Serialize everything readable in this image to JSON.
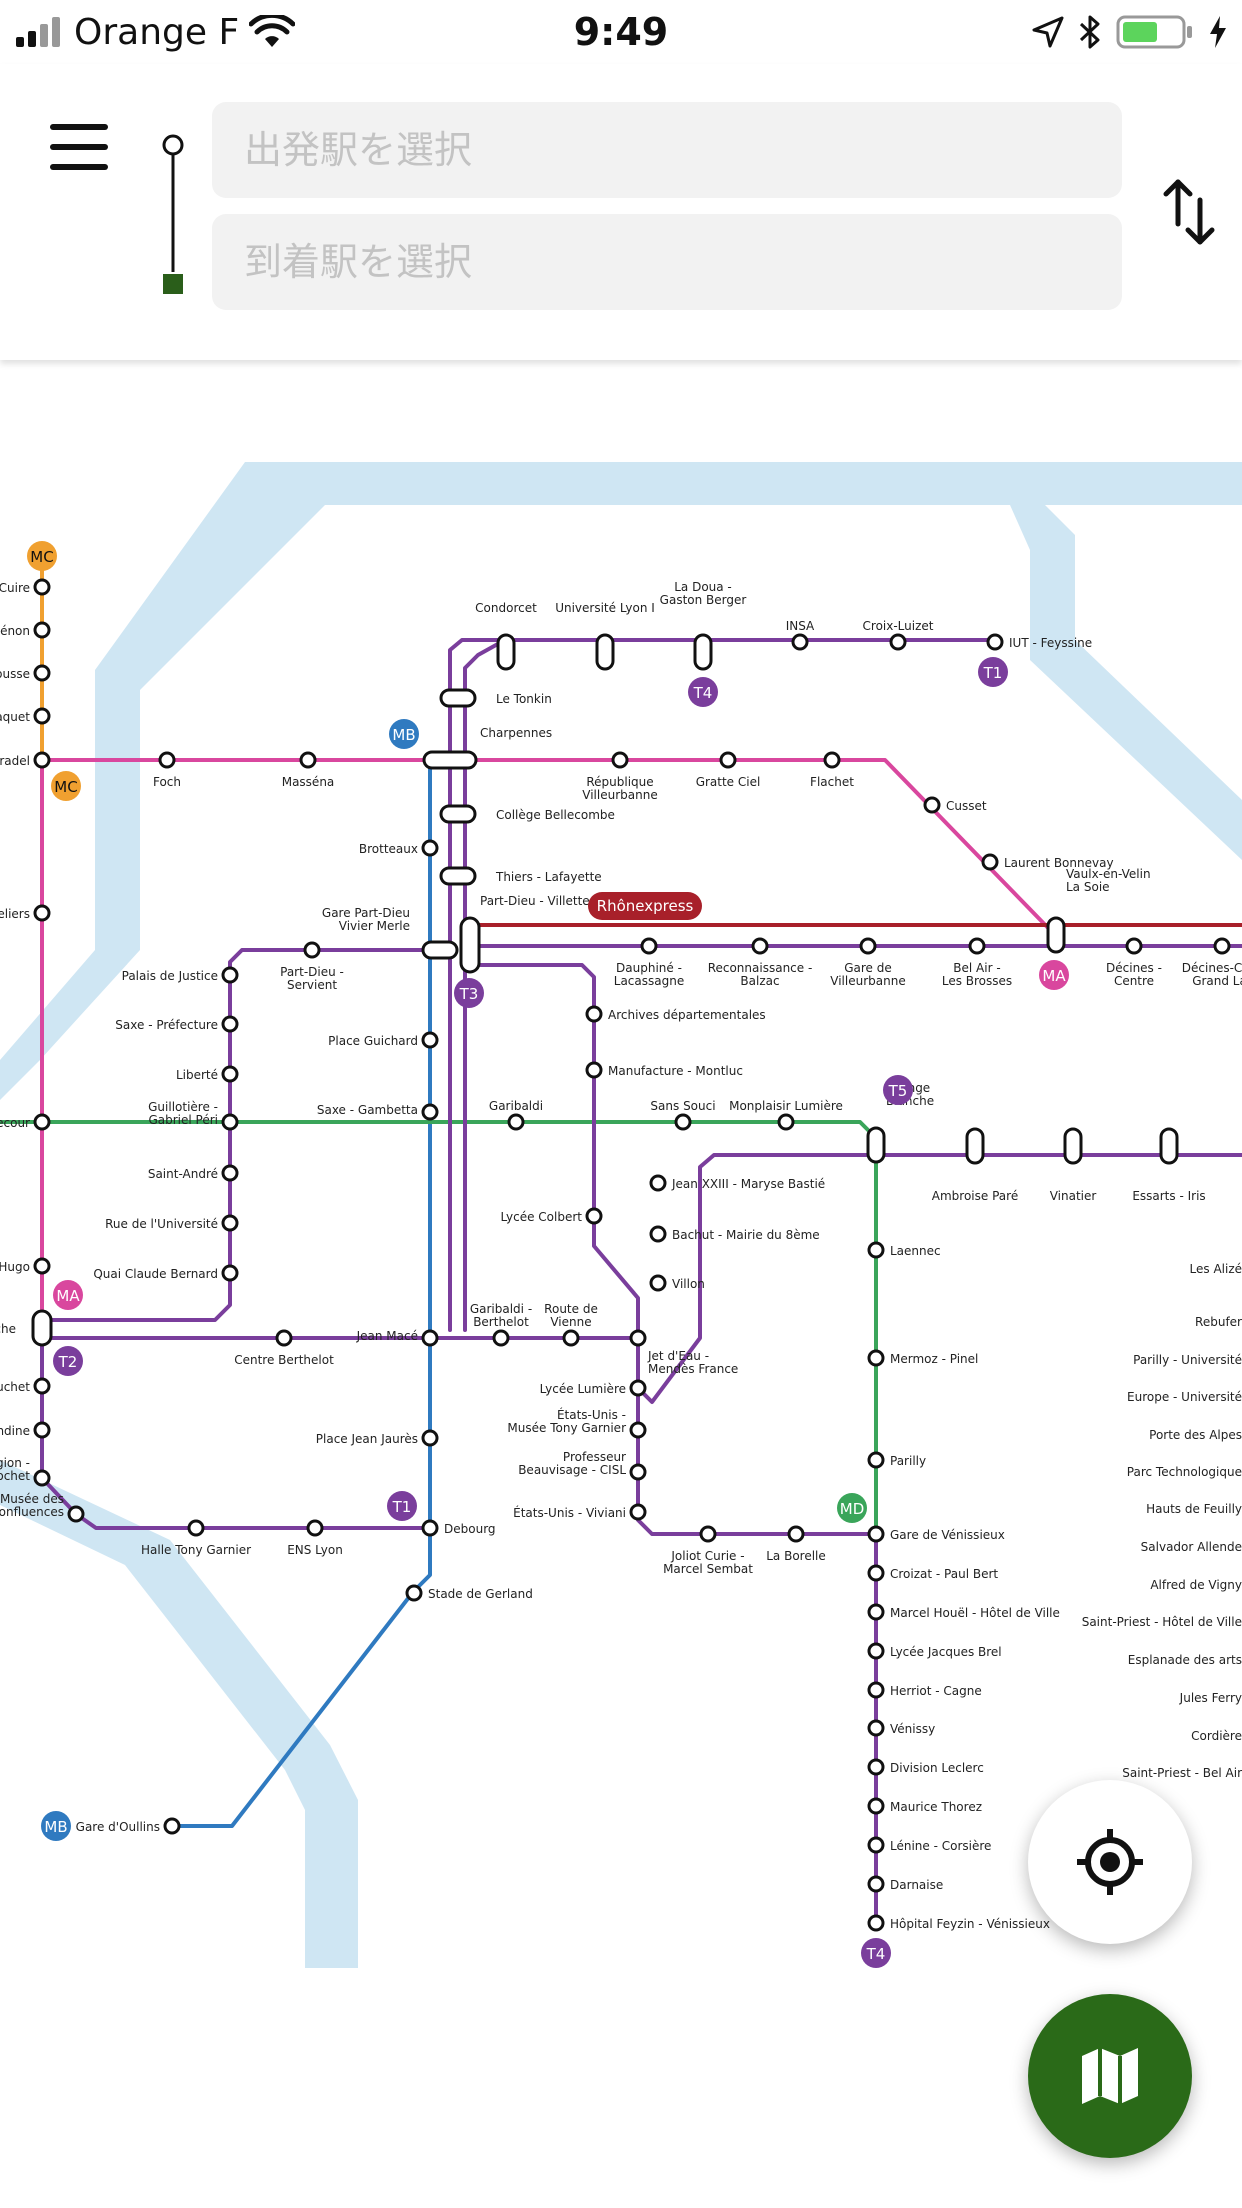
{
  "status_bar": {
    "carrier": "Orange F",
    "time": "9:49",
    "battery_level": 0.6
  },
  "search": {
    "from_placeholder": "出発駅を選択",
    "to_placeholder": "到着駅を選択",
    "icons": {
      "menu": "hamburger-icon",
      "origin": "origin-circle-icon",
      "destination": "destination-square-icon",
      "swap": "swap-vertical-arrows-icon"
    }
  },
  "colors": {
    "MA": "#d9479e",
    "MB": "#2f7ac0",
    "MC": "#f0a030",
    "MD": "#3aa55a",
    "tram": "#7a3e9c",
    "rhonexpress": "#a8202a",
    "river": "#cfe6f3",
    "fab_map": "#2a6a18"
  },
  "map": {
    "line_badges": [
      {
        "id": "MC",
        "label": "MC",
        "color": "#f0a030"
      },
      {
        "id": "MC2",
        "label": "MC",
        "color": "#f0a030"
      },
      {
        "id": "MB",
        "label": "MB",
        "color": "#2f7ac0"
      },
      {
        "id": "T4",
        "label": "T4",
        "color": "#7a3e9c"
      },
      {
        "id": "T1",
        "label": "T1",
        "color": "#7a3e9c"
      },
      {
        "id": "T3",
        "label": "T3",
        "color": "#7a3e9c"
      },
      {
        "id": "MA",
        "label": "MA",
        "color": "#d9479e"
      },
      {
        "id": "T5",
        "label": "T5",
        "color": "#7a3e9c"
      },
      {
        "id": "MA2",
        "label": "MA",
        "color": "#d9479e"
      },
      {
        "id": "T2",
        "label": "T2",
        "color": "#7a3e9c"
      },
      {
        "id": "T1b",
        "label": "T1",
        "color": "#7a3e9c"
      },
      {
        "id": "MD",
        "label": "MD",
        "color": "#3aa55a"
      },
      {
        "id": "MB2",
        "label": "MB",
        "color": "#2f7ac0"
      },
      {
        "id": "T4b",
        "label": "T4",
        "color": "#7a3e9c"
      }
    ],
    "rhonexpress_label": "Rhônexpress",
    "stations": [
      {
        "id": "cuire",
        "name": "Cuire"
      },
      {
        "id": "henon",
        "name": "énon"
      },
      {
        "id": "croixrousse",
        "name": "ousse"
      },
      {
        "id": "croixpaquet",
        "name": "aquet"
      },
      {
        "id": "hoteldeville",
        "name": "radel"
      },
      {
        "id": "foch",
        "name": "Foch"
      },
      {
        "id": "massena",
        "name": "Masséna"
      },
      {
        "id": "charpennes",
        "name": "Charpennes"
      },
      {
        "id": "republique",
        "name": "République\nVilleurbanne"
      },
      {
        "id": "gratteciel",
        "name": "Gratte Ciel"
      },
      {
        "id": "flachet",
        "name": "Flachet"
      },
      {
        "id": "cusset",
        "name": "Cusset"
      },
      {
        "id": "laurentbonnevay",
        "name": "Laurent Bonnevay"
      },
      {
        "id": "vaulxenvelin",
        "name": "Vaulx-en-Velin\nLa Soie"
      },
      {
        "id": "condorcet",
        "name": "Condorcet"
      },
      {
        "id": "universite",
        "name": "Université Lyon I"
      },
      {
        "id": "ladoua",
        "name": "La Doua -\nGaston Berger"
      },
      {
        "id": "insa",
        "name": "INSA"
      },
      {
        "id": "croixluizet",
        "name": "Croix-Luizet"
      },
      {
        "id": "iutfeyssine",
        "name": "IUT - Feyssine"
      },
      {
        "id": "letonkin",
        "name": "Le Tonkin"
      },
      {
        "id": "collegebellecombe",
        "name": "Collège Bellecombe"
      },
      {
        "id": "brotteaux",
        "name": "Brotteaux"
      },
      {
        "id": "thiers",
        "name": "Thiers - Lafayette"
      },
      {
        "id": "partdieuvillette",
        "name": "Part-Dieu - Villette"
      },
      {
        "id": "gpdvm",
        "name": "Gare Part-Dieu\nVivier Merle"
      },
      {
        "id": "partdieuservient",
        "name": "Part-Dieu -\nServient"
      },
      {
        "id": "palaisjustice",
        "name": "Palais de Justice"
      },
      {
        "id": "saxeprefecture",
        "name": "Saxe - Préfecture"
      },
      {
        "id": "liberte",
        "name": "Liberté"
      },
      {
        "id": "guillotiere",
        "name": "Guillotière -\nGabriel Péri"
      },
      {
        "id": "saintandre",
        "name": "Saint-André"
      },
      {
        "id": "rueuniversite",
        "name": "Rue de l'Université"
      },
      {
        "id": "quaiclaudebernard",
        "name": "Quai Claude Bernard"
      },
      {
        "id": "placeguichard",
        "name": "Place Guichard"
      },
      {
        "id": "saxegambetta",
        "name": "Saxe - Gambetta"
      },
      {
        "id": "garibaldi",
        "name": "Garibaldi"
      },
      {
        "id": "sanssouci",
        "name": "Sans Souci"
      },
      {
        "id": "monplaisir",
        "name": "Monplaisir Lumière"
      },
      {
        "id": "grangeblanche",
        "name": "Grange\nBlanche"
      },
      {
        "id": "ambroisepare",
        "name": "Ambroise Paré"
      },
      {
        "id": "vinatier",
        "name": "Vinatier"
      },
      {
        "id": "essartsiris",
        "name": "Essarts - Iris"
      },
      {
        "id": "dauphine",
        "name": "Dauphiné -\nLacassagne"
      },
      {
        "id": "reconnaissance",
        "name": "Reconnaissance -\nBalzac"
      },
      {
        "id": "garevilleurbanne",
        "name": "Gare de\nVilleurbanne"
      },
      {
        "id": "belair",
        "name": "Bel Air -\nLes Brosses"
      },
      {
        "id": "decinescentre",
        "name": "Décines -\nCentre"
      },
      {
        "id": "decinesgrandlarge",
        "name": "Décines-Char\nGrand Lar"
      },
      {
        "id": "archives",
        "name": "Archives départementales"
      },
      {
        "id": "manufacture",
        "name": "Manufacture - Montluc"
      },
      {
        "id": "lyceecolbert",
        "name": "Lycée Colbert"
      },
      {
        "id": "jeanxxiii",
        "name": "Jean XXIII - Maryse Bastié"
      },
      {
        "id": "bachut",
        "name": "Bachut - Mairie du 8ème"
      },
      {
        "id": "villon",
        "name": "Villon"
      },
      {
        "id": "jetdeau",
        "name": "Jet d'Eau -\nMendès France"
      },
      {
        "id": "lyceelumiere",
        "name": "Lycée Lumière"
      },
      {
        "id": "etatsunistony",
        "name": "États-Unis -\nMusée Tony Garnier"
      },
      {
        "id": "professeurbeauvisage",
        "name": "Professeur\nBeauvisage - CISL"
      },
      {
        "id": "etatsunisviviani",
        "name": "États-Unis - Viviani"
      },
      {
        "id": "joliotcurie",
        "name": "Joliot Curie -\nMarcel Sembat"
      },
      {
        "id": "laborelle",
        "name": "La Borelle"
      },
      {
        "id": "laennec",
        "name": "Laennec"
      },
      {
        "id": "mermozpinel",
        "name": "Mermoz - Pinel"
      },
      {
        "id": "parilly",
        "name": "Parilly"
      },
      {
        "id": "garevenissieux",
        "name": "Gare de Vénissieux"
      },
      {
        "id": "croizat",
        "name": "Croizat - Paul Bert"
      },
      {
        "id": "marcelhouel",
        "name": "Marcel Houël - Hôtel de Ville"
      },
      {
        "id": "lyceejacquesbrel",
        "name": "Lycée Jacques Brel"
      },
      {
        "id": "herriotcagne",
        "name": "Herriot - Cagne"
      },
      {
        "id": "venissy",
        "name": "Vénissy"
      },
      {
        "id": "divisionleclerc",
        "name": "Division Leclerc"
      },
      {
        "id": "mauricethorez",
        "name": "Maurice Thorez"
      },
      {
        "id": "leninecorsiere",
        "name": "Lénine - Corsière"
      },
      {
        "id": "darnaise",
        "name": "Darnaise"
      },
      {
        "id": "hopitalfeyzin",
        "name": "Hôpital Feyzin - Vénissieux"
      },
      {
        "id": "lesalizes",
        "name": "Les Alizé"
      },
      {
        "id": "rebufer",
        "name": "Rebufer"
      },
      {
        "id": "parillyuniv",
        "name": "Parilly - Université"
      },
      {
        "id": "europeuniv",
        "name": "Europe - Université"
      },
      {
        "id": "portedesalpes",
        "name": "Porte des Alpes"
      },
      {
        "id": "parctechno",
        "name": "Parc Technologique"
      },
      {
        "id": "hautsfeuilly",
        "name": "Hauts de Feuilly"
      },
      {
        "id": "salvadorallende",
        "name": "Salvador Allende"
      },
      {
        "id": "alfreddevigny",
        "name": "Alfred de Vigny"
      },
      {
        "id": "saintpriesthdv",
        "name": "Saint-Priest - Hôtel de Ville"
      },
      {
        "id": "esplanadearts",
        "name": "Esplanade des arts"
      },
      {
        "id": "julesferry",
        "name": "Jules Ferry"
      },
      {
        "id": "cordiere",
        "name": "Cordière"
      },
      {
        "id": "saintpriestbelair",
        "name": "Saint-Priest - Bel Air"
      },
      {
        "id": "cordeliers",
        "name": "eliers"
      },
      {
        "id": "bellecour",
        "name": "lecour"
      },
      {
        "id": "victorhugo",
        "name": "Hugo"
      },
      {
        "id": "perrache",
        "name": "rache"
      },
      {
        "id": "centreberthelot",
        "name": "Centre Berthelot"
      },
      {
        "id": "jeanmace",
        "name": "Jean Macé"
      },
      {
        "id": "garibaldiberthelot",
        "name": "Garibaldi -\nBerthelot"
      },
      {
        "id": "routevienne",
        "name": "Route de\nVienne"
      },
      {
        "id": "placejeanjaures",
        "name": "Place Jean Jaurès"
      },
      {
        "id": "debourg",
        "name": "Debourg"
      },
      {
        "id": "stadegerland",
        "name": "Stade de Gerland"
      },
      {
        "id": "garedoullins",
        "name": "Gare d'Oullins"
      },
      {
        "id": "hallegarnier",
        "name": "Halle Tony Garnier"
      },
      {
        "id": "enslyon",
        "name": "ENS Lyon"
      },
      {
        "id": "museeconfluences",
        "name": "Musée des\nonfluences"
      },
      {
        "id": "suchet",
        "name": "uchet"
      },
      {
        "id": "sainteblandine",
        "name": "ndine"
      },
      {
        "id": "hotelregion",
        "name": "gion -\nochet"
      }
    ]
  }
}
